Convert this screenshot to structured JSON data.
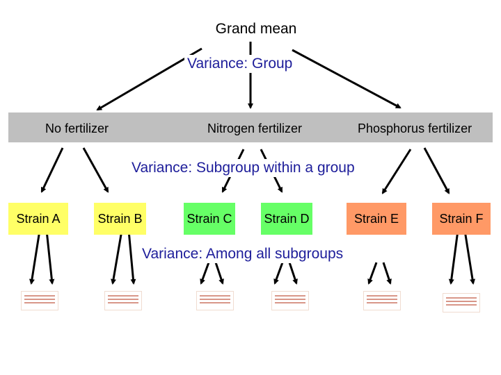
{
  "title": "Grand mean",
  "variance_labels": {
    "group": "Variance: Group",
    "subgroup": "Variance: Subgroup within a group",
    "among": "Variance: Among all subgroups"
  },
  "groups": [
    "No fertilizer",
    "Nitrogen fertilizer",
    "Phosphorus fertilizer"
  ],
  "strains": [
    "Strain A",
    "Strain B",
    "Strain C",
    "Strain D",
    "Strain E",
    "Strain F"
  ],
  "colors": {
    "band": "#bfbfbf",
    "no_fertilizer_strains": "#ffff66",
    "nitrogen_strains": "#66ff66",
    "phosphorus_strains": "#ff9966",
    "variance_text": "#1d1d9a"
  }
}
